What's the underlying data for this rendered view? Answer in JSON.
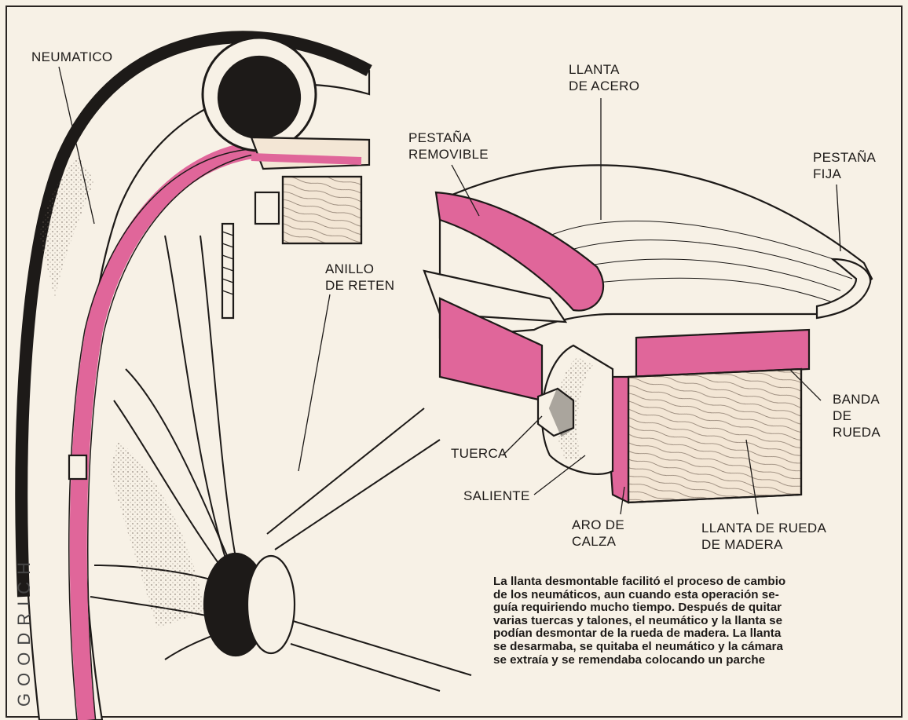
{
  "labels": {
    "neumatico": "NEUMATICO",
    "llanta_de_acero": [
      "LLANTA",
      "DE ACERO"
    ],
    "pestana_removible": [
      "PESTAÑA",
      "REMOVIBLE"
    ],
    "pestana_fija": [
      "PESTAÑA",
      "FIJA"
    ],
    "anillo_de_reten": [
      "ANILLO",
      "DE RETEN"
    ],
    "banda_de_rueda": [
      "BANDA",
      "DE",
      "RUEDA"
    ],
    "tuerca": "TUERCA",
    "saliente": "SALIENTE",
    "aro_de_calza": [
      "ARO DE",
      "CALZA"
    ],
    "llanta_de_rueda_de_madera": [
      "LLANTA DE RUEDA",
      "DE MADERA"
    ]
  },
  "tire_brand": "GOODRICH",
  "caption_lines": [
    "La llanta desmontable facilitó el proceso de cambio",
    "de los neumáticos, aun cuando esta operación se-",
    "guía requiriendo mucho tiempo. Después de quitar",
    "varias tuercas y talones, el neumático y la llanta se",
    "podían desmontar de la rueda de madera. La llanta",
    "se desarmaba, se quitaba el neumático y la cámara",
    "se extraía y se remendaba colocando un parche"
  ],
  "colors": {
    "paper": "#f7f1e6",
    "pink": "#e0669a",
    "ink": "#1d1a18",
    "wood": "#f3e6d5"
  }
}
